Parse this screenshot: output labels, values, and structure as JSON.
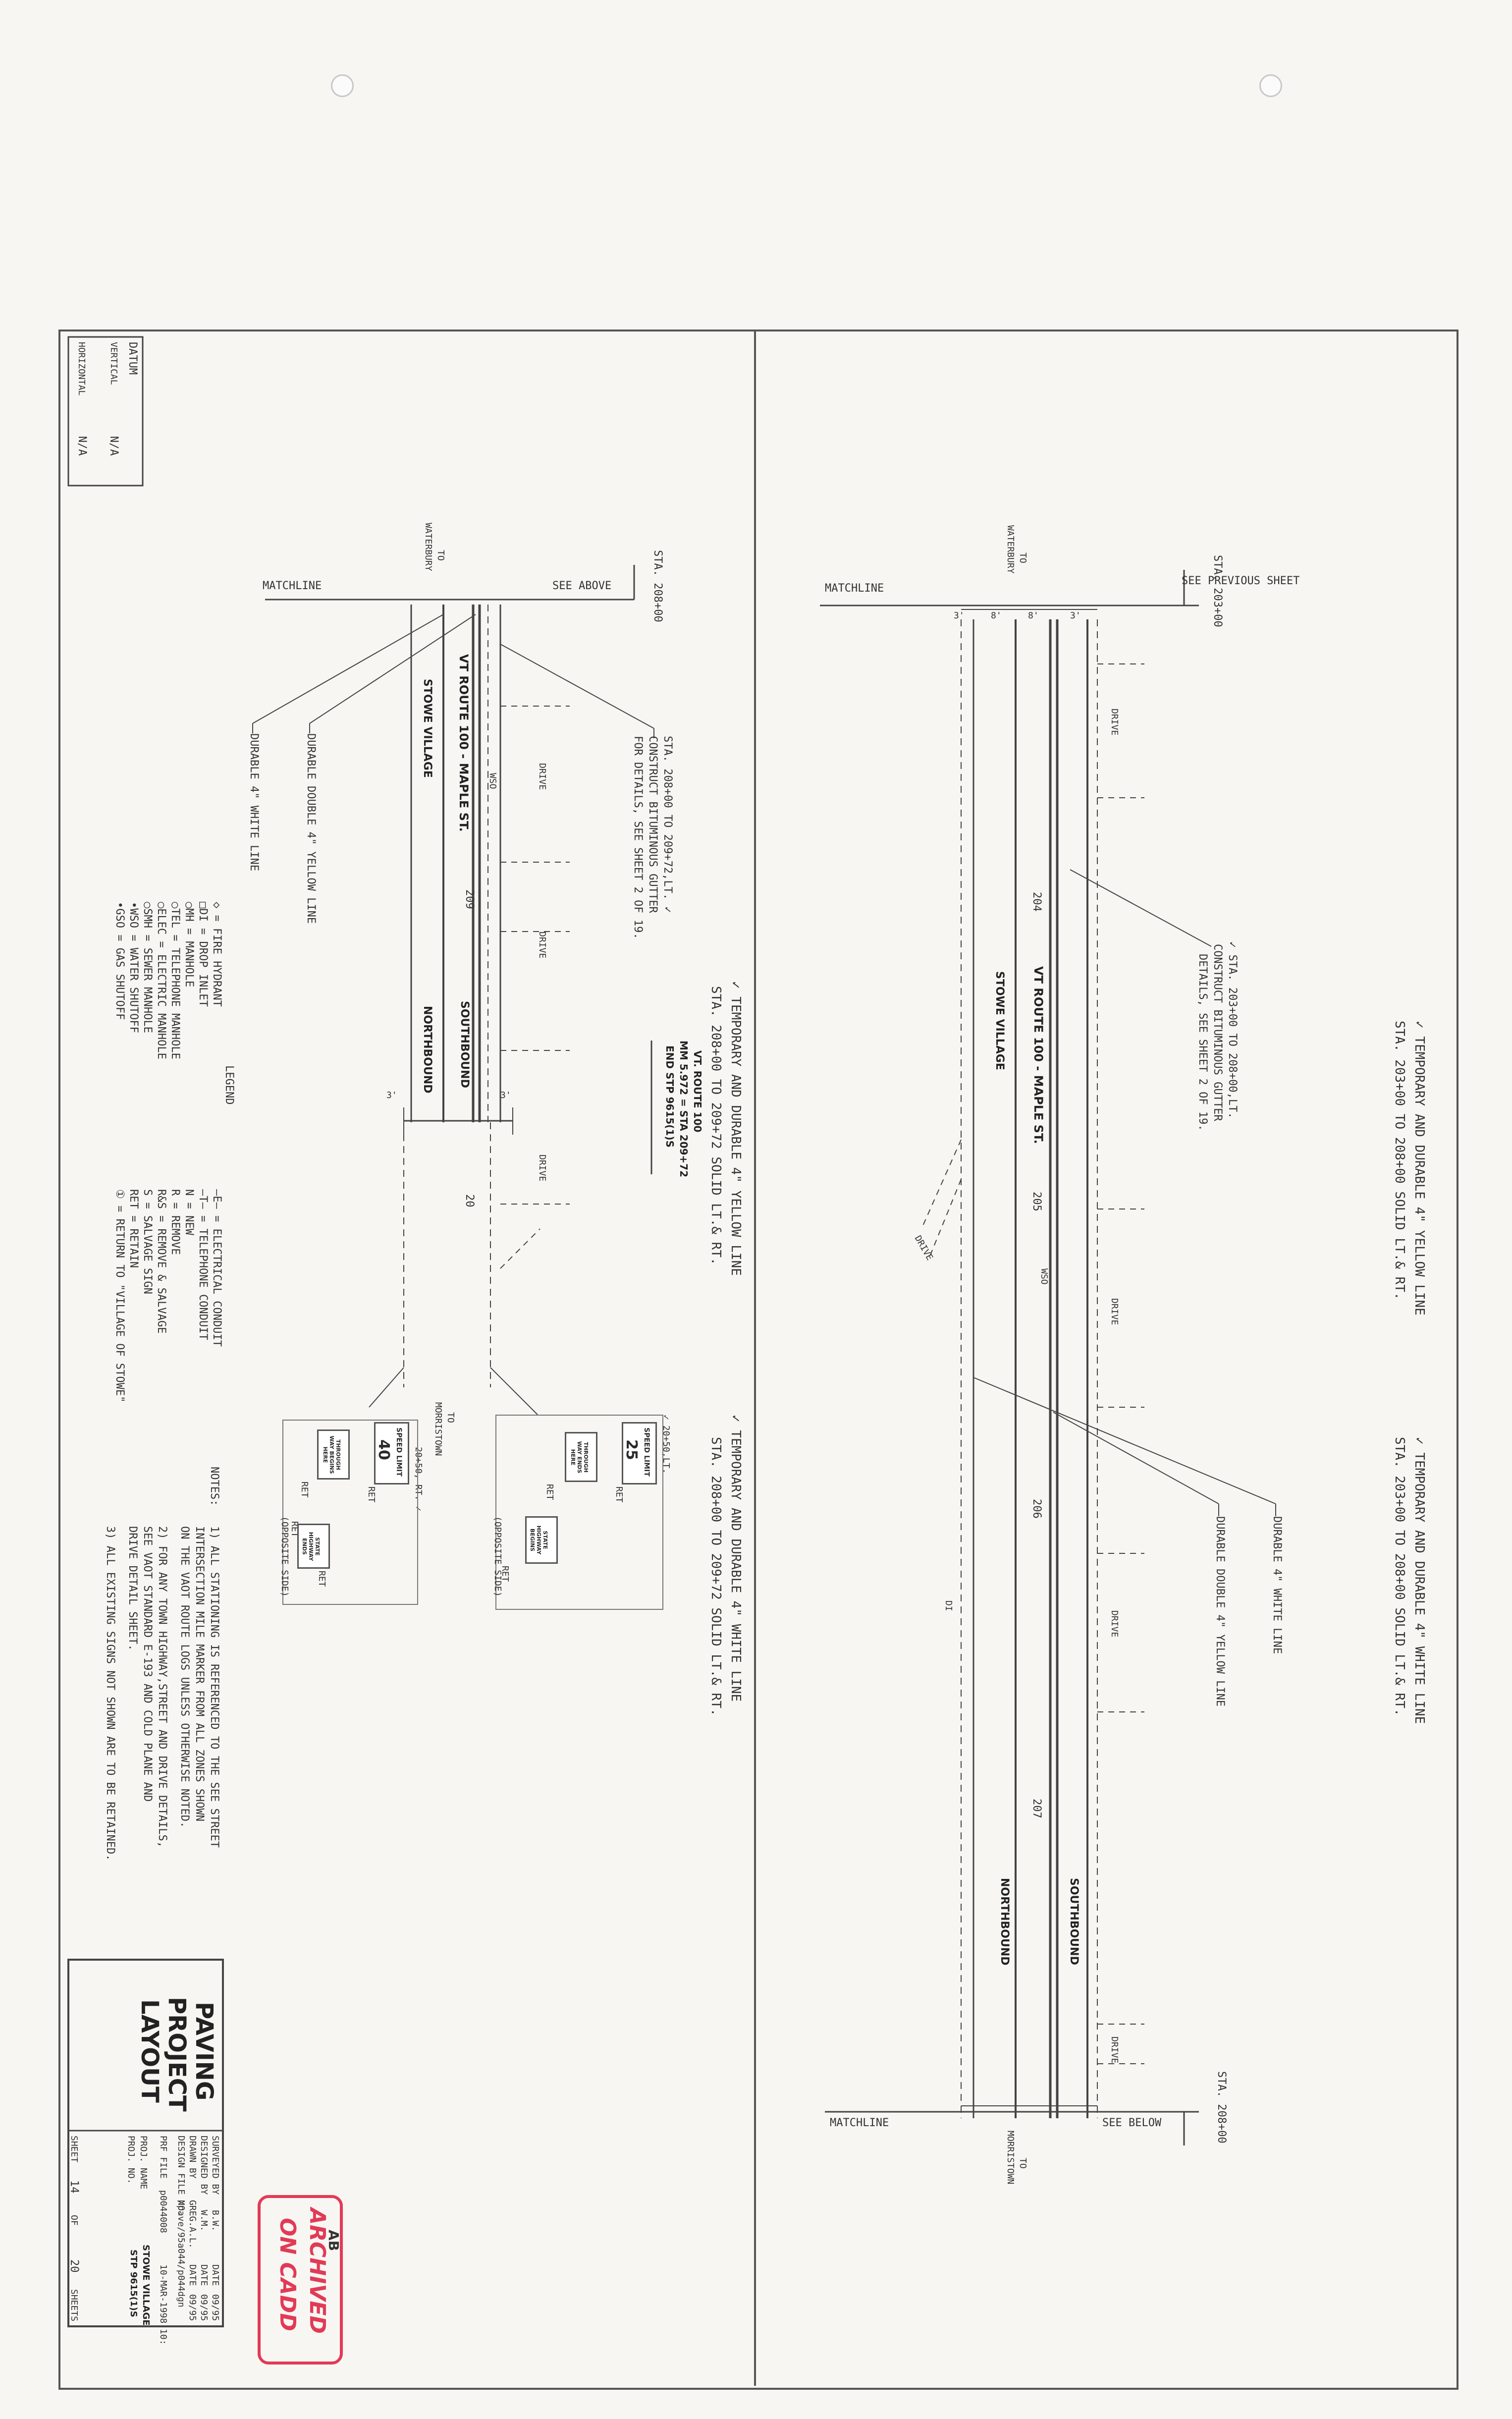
{
  "sheet": {
    "title_line1": "PAVING",
    "title_line2": "PROJECT",
    "title_line3": "LAYOUT",
    "surveyed_by_label": "SURVEYED BY",
    "surveyed_by": "B.W.",
    "designed_by_label": "DESIGNED BY",
    "designed_by": "W.M.",
    "drawn_by_label": "DRAWN BY",
    "drawn_by": "GREG.A.L.",
    "design_file_label": "DESIGN FILE NO.",
    "design_file": "/pave/95a044/p044dgn",
    "prf_label": "PRF FILE",
    "prf_file": "p0044008",
    "date1_label": "DATE",
    "date1": "09/95",
    "date2_label": "DATE",
    "date2": "09/95",
    "date3_label": "DATE",
    "date3": "09/95",
    "plot_date": "10-MAR-1998 10:",
    "proj_name_label": "PROJ. NAME",
    "proj_name": "STOWE VILLAGE",
    "proj_no_label": "PROJ. NO.",
    "proj_no": "STP 9615(1)S",
    "sheet_label": "SHEET",
    "sheet_no": "14",
    "of_label": "OF",
    "total_sheets": "20",
    "sheets_label": "SHEETS"
  },
  "stamp": {
    "line1": "ARCHIVED",
    "line2": "ON CADD",
    "initials": "AB"
  },
  "datum": {
    "label": "DATUM",
    "vertical_label": "VERTICAL",
    "vertical": "N/A",
    "horizontal_label": "HORIZONTAL",
    "horizontal": "N/A"
  },
  "upper": {
    "sta_start": "STA. 203+00",
    "see_previous": "SEE PREVIOUS SHEET",
    "matchline_top": "MATCHLINE",
    "to_waterbury": "TO",
    "waterbury": "WATERBURY",
    "width_3a": "3'",
    "width_8a": "8'",
    "width_8b": "8'",
    "width_3b": "3'",
    "drive1": "DRIVE",
    "drive2": "DRIVE",
    "drive3": "DRIVE",
    "drive4": "DRIVE",
    "drive5": "DRIVE",
    "sta_204": "204",
    "sta_205": "205",
    "sta_206": "206",
    "sta_207": "207",
    "route": "VT ROUTE 100 - MAPLE ST.",
    "village": "STOWE VILLAGE",
    "southbound": "SOUTHBOUND",
    "northbound": "NORTHBOUND",
    "wso": "WSO",
    "di": "DI",
    "gutter_note_1": "✓ STA. 203+00 TO 208+00,LT.",
    "gutter_note_2": "CONSTRUCT BITUMINOUS GUTTER",
    "gutter_note_3": "DETAILS, SEE SHEET 2 OF 19.",
    "yellow_line_1": "✓ TEMPORARY AND DURABLE 4\" YELLOW LINE",
    "yellow_line_2": "STA. 203+00  TO  208+00  SOLID LT.& RT.",
    "white_line_1": "✓ TEMPORARY AND DURABLE 4\" WHITE LINE",
    "white_line_2": "STA. 203+00  TO  208+00  SOLID LT.& RT.",
    "durable_white": "DURABLE 4\" WHITE LINE",
    "durable_yellow": "DURABLE DOUBLE 4\" YELLOW LINE",
    "sta_end": "STA. 208+00",
    "see_below": "SEE BELOW",
    "matchline_bottom": "MATCHLINE",
    "to_morristown": "TO",
    "morristown": "MORRISTOWN"
  },
  "lower": {
    "sta_start": "STA. 208+00",
    "see_above": "SEE ABOVE",
    "matchline": "MATCHLINE",
    "to_waterbury": "TO",
    "waterbury": "WATERBURY",
    "drive1": "DRIVE",
    "drive2": "DRIVE",
    "drive3": "DRIVE",
    "wso": "WSO",
    "sta_209": "209",
    "sta_20": "20",
    "route": "VT ROUTE 100 - MAPLE ST.",
    "village": "STOWE VILLAGE",
    "southbound": "SOUTHBOUND",
    "northbound": "NORTHBOUND",
    "width_3a": "3'",
    "width_3b": "3'",
    "gutter_note_1": "STA. 208+00 TO 209+72,LT. ✓",
    "gutter_note_2": "CONSTRUCT BITUMINOUS GUTTER",
    "gutter_note_3": "FOR DETAILS, SEE SHEET 2 OF 19.",
    "durable_double_yellow": "DURABLE DOUBLE 4\" YELLOW LINE",
    "durable_white": "DURABLE 4\" WHITE LINE",
    "end_1": "VT. ROUTE 100",
    "end_2": "MM  5.972  = STA 209+72",
    "end_3": "END  STP  9615(1)S",
    "yellow_line_1": "✓ TEMPORARY AND DURABLE 4\" YELLOW LINE",
    "yellow_line_2": "STA. 208+00  TO  209+72  SOLID LT.& RT.",
    "white_line_1": "✓ TEMPORARY AND DURABLE 4\" WHITE LINE",
    "white_line_2": "STA. 208+00  TO  209+72  SOLID LT.& RT.",
    "sign_sta_1": "✓ 20+50,LT.",
    "sign_sta_2": "20+50, RT. ✓",
    "to_morristown": "TO",
    "morristown": "MORRISTOWN"
  },
  "signs": {
    "speed_limit_label": "SPEED LIMIT",
    "speed_25": "25",
    "speed_40": "40",
    "through_way_ends": "THROUGH WAY ENDS HERE",
    "through_way_begins": "THROUGH WAY BEGINS HERE",
    "state_highway_begins": "STATE HIGHWAY BEGINS",
    "state_highway_ends": "STATE HIGHWAY ENDS",
    "ret": "RET",
    "opposite_side": "(OPPOSITE SIDE)"
  },
  "legend": {
    "title": "LEGEND",
    "items_left": [
      "◇  = FIRE HYDRANT",
      "□DI  = DROP INLET",
      "○MH  = MANHOLE",
      "○TEL  = TELEPHONE MANHOLE",
      "○ELEC  = ELECTRIC MANHOLE",
      "○SMH  = SEWER MANHOLE",
      "•WSO  = WATER SHUTOFF",
      "•GSO  = GAS SHUTOFF"
    ],
    "items_right": [
      "—E— = ELECTRICAL CONDUIT",
      "—T— = TELEPHONE CONDUIT",
      "N  = NEW",
      "R  = REMOVE",
      "R&S  = REMOVE & SALVAGE",
      "S  = SALVAGE SIGN",
      "RET  = RETAIN",
      "①  = RETURN TO \"VILLAGE OF STOWE\""
    ]
  },
  "notes": {
    "label": "NOTES:",
    "n1_a": "1)  ALL STATIONING IS REFERENCED TO THE SEE STREET",
    "n1_b": "     INTERSECTION MILE MARKER FROM ALL ZONES SHOWN",
    "n1_c": "     ON THE VAOT ROUTE LOGS UNLESS OTHERWISE NOTED.",
    "n2_a": "2)  FOR ANY TOWN HIGHWAY,STREET AND DRIVE DETAILS,",
    "n2_b": "     SEE VAOT STANDARD E-193 AND COLD PLANE AND",
    "n2_c": "     DRIVE DETAIL SHEET.",
    "n3": "3)  ALL EXISTING SIGNS NOT SHOWN ARE TO BE RETAINED."
  }
}
